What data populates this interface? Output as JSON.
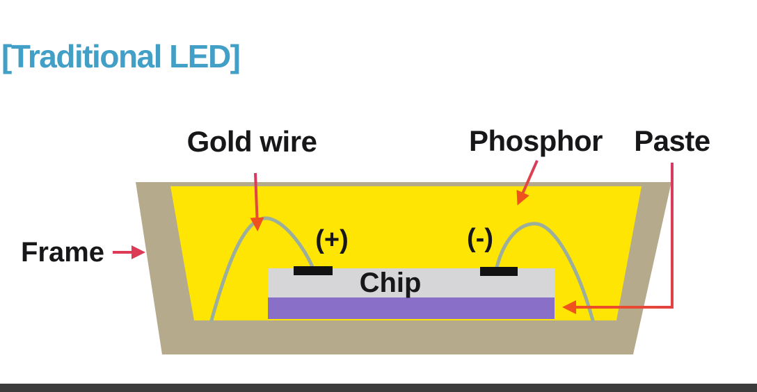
{
  "title": "[Traditional LED]",
  "diagram": {
    "labels": {
      "gold_wire": "Gold wire",
      "phosphor": "Phosphor",
      "paste": "Paste",
      "frame": "Frame",
      "anode": "(+)",
      "cathode": "(-)",
      "chip": "Chip"
    },
    "parts": [
      "frame-cup",
      "phosphor-fill",
      "chip-die",
      "paste-layer",
      "gold-wire-left",
      "gold-wire-right",
      "electrode-pad-left",
      "electrode-pad-right"
    ]
  },
  "colors": {
    "title_text": "#429fc5",
    "label_text": "#17171a",
    "phosphor_yellow": "#ffe503",
    "frame_tan": "#b6aa8d",
    "chip_gray": "#d6d5d8",
    "paste_purple": "#8a6fc9",
    "wire_sage": "#9cae9c",
    "arrow_crimson": "#dd3a55",
    "arrow_orange": "#f0521e",
    "footer_bar": "#3c3c3c"
  }
}
